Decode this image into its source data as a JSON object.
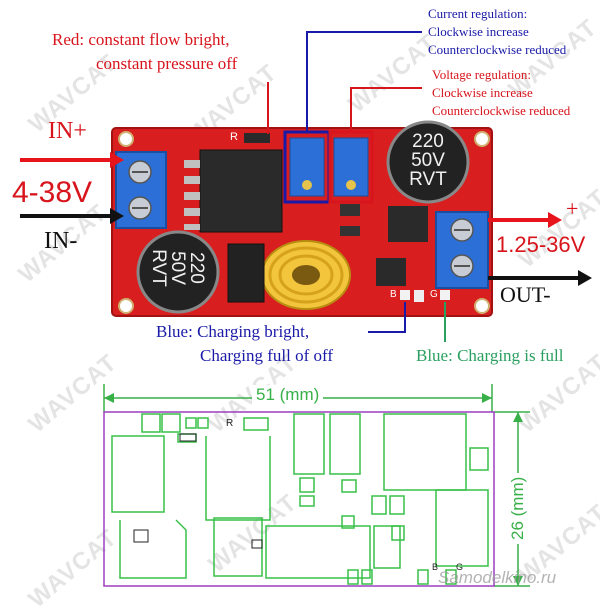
{
  "labels": {
    "red_note_line1": "Red: constant flow bright,",
    "red_note_line2": "constant pressure off",
    "current_reg_title": "Current regulation:",
    "current_reg_cw": "Clockwise increase",
    "current_reg_ccw": "Counterclockwise reduced",
    "voltage_reg_title": "Voltage regulation:",
    "voltage_reg_cw": "Clockwise increase",
    "voltage_reg_ccw": "Counterclockwise reduced",
    "in_plus": "IN+",
    "in_range": "4-38V",
    "in_minus": "IN-",
    "out_plus": "+",
    "out_range": "1.25-36V",
    "out_minus": "OUT-",
    "blue_note_line1": "Blue: Charging bright,",
    "blue_note_line2": "Charging full of off",
    "green_note": "Blue: Charging is full",
    "cap1_line1": "220",
    "cap1_line2": "50V",
    "cap1_line3": "RVT",
    "cap2_line1": "220",
    "cap2_line2": "50V",
    "cap2_line3": "RVT",
    "silk_r": "R",
    "silk_g": "G",
    "silk_b": "B",
    "width_dim": "51  (mm)",
    "height_dim": "26  (mm)",
    "website": "Samodelkino.ru",
    "watermark": "WAVCAT"
  },
  "colors": {
    "pcb": "#d81e1e",
    "terminal": "#2c6fd6",
    "arrow_red": "#e8141c",
    "arrow_black": "#111111",
    "outline_blue": "#1a1aa8",
    "outline_red": "#d8141c",
    "outline_green": "#2aa060",
    "drawing_green": "#38c048",
    "board_outline": "#9a3fc0",
    "dim_green": "#38b048"
  }
}
